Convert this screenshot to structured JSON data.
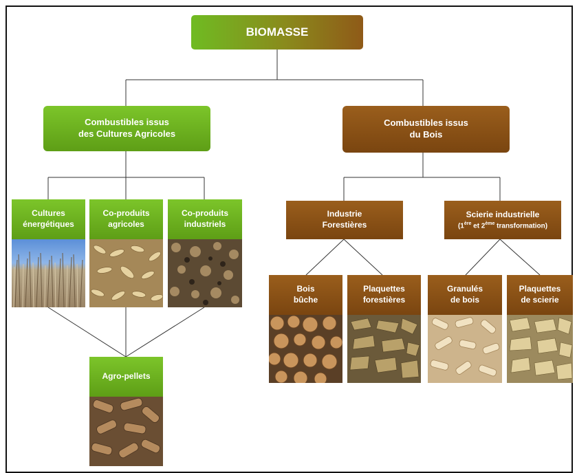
{
  "root": "BIOMASSE",
  "agri": {
    "line1": "Combustibles issus",
    "line2": "des Cultures Agricoles"
  },
  "bois": {
    "line1": "Combustibles issus",
    "line2": "du Bois"
  },
  "cultures": {
    "line1": "Cultures",
    "line2": "énergétiques"
  },
  "coprod_agri": {
    "line1": "Co-produits",
    "line2": "agricoles"
  },
  "coprod_ind": {
    "line1": "Co-produits",
    "line2": "industriels"
  },
  "industrie": {
    "line1": "Industrie",
    "line2": "Forestières"
  },
  "scierie": {
    "line1": "Scierie industrielle",
    "pre": "(1",
    "sup1": "ère",
    "mid": " et 2",
    "sup2": "ème",
    "post": " transformation)"
  },
  "bois_buche": {
    "line1": "Bois",
    "line2": "bûche"
  },
  "plaq_forest": {
    "line1": "Plaquettes",
    "line2": "forestières"
  },
  "granules": {
    "line1": "Granulés",
    "line2": "de bois"
  },
  "plaq_scierie": {
    "line1": "Plaquettes",
    "line2": "de scierie"
  },
  "agro": "Agro-pellets",
  "colors": {
    "green": "#6cb61f",
    "brown": "#8a5216",
    "line": "#333333"
  }
}
